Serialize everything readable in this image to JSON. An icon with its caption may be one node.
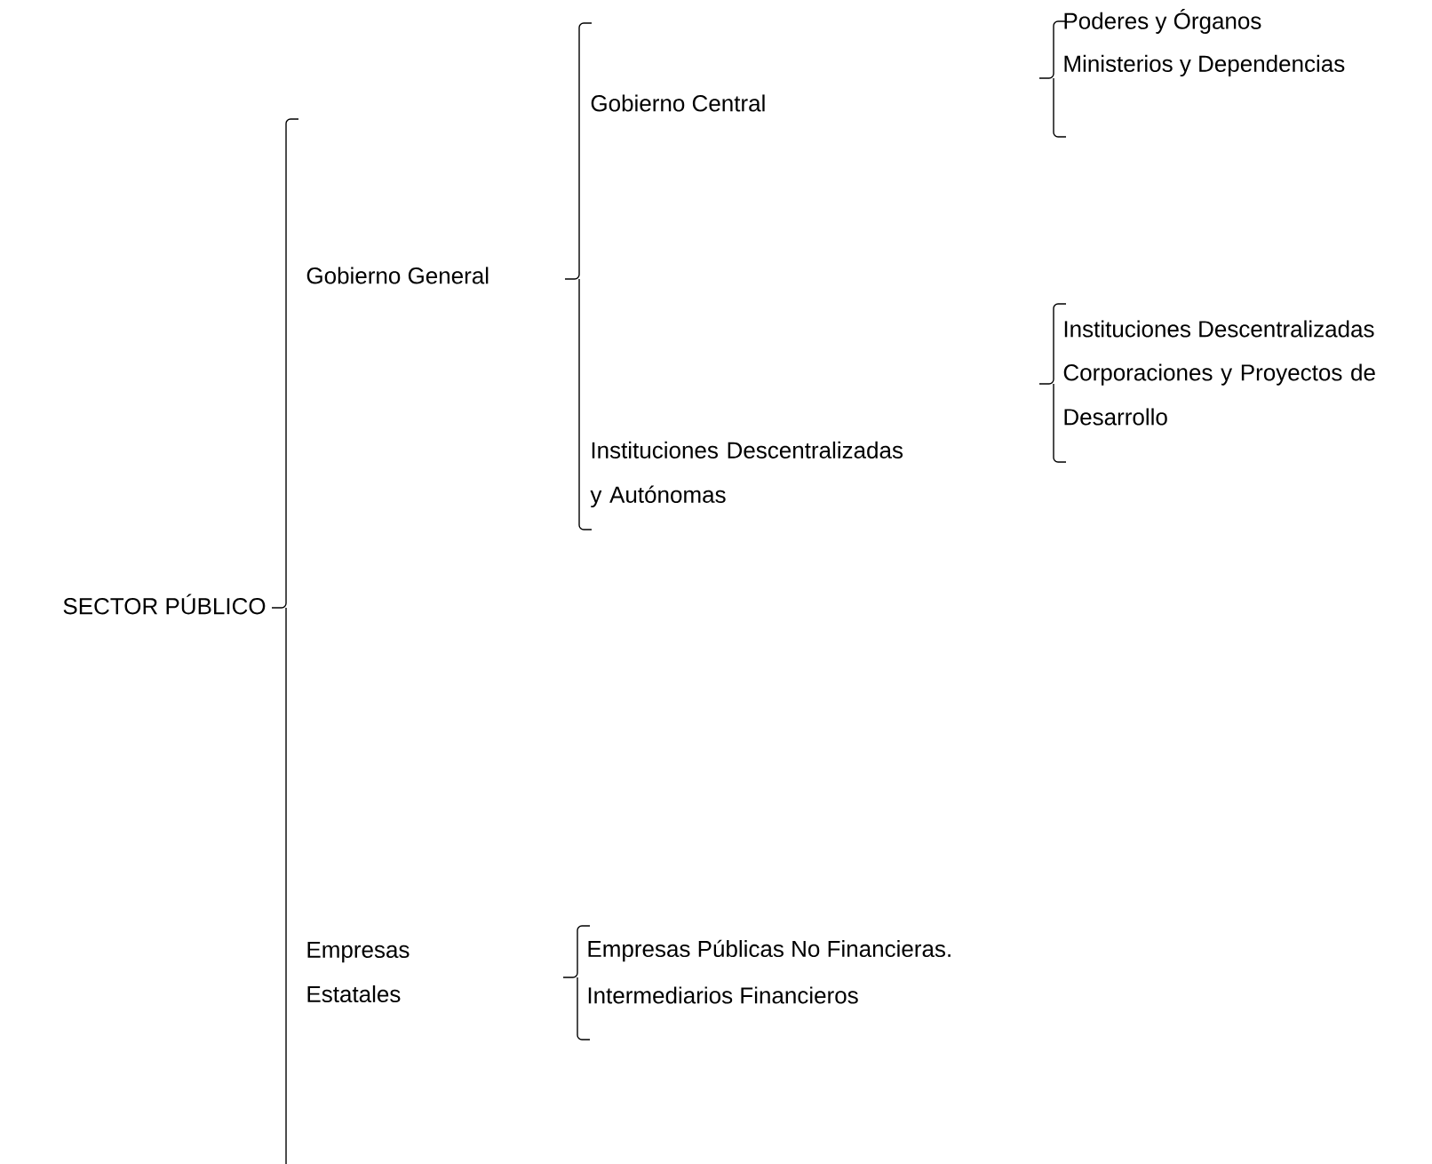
{
  "diagram": {
    "labels": [
      "SECTOR PÚBLICO",
      "Gobierno General",
      "Gobierno Central",
      "Poderes y Órganos",
      "Ministerios y Dependencias",
      "Instituciones Descentralizadas y Autónomas",
      "Instituciones Descentralizadas",
      "Corporaciones y Proyectos de Desarrollo",
      "Empresas Estatales",
      "Empresas Públicas No Financieras.",
      "Intermediarios Financieros"
    ]
  }
}
